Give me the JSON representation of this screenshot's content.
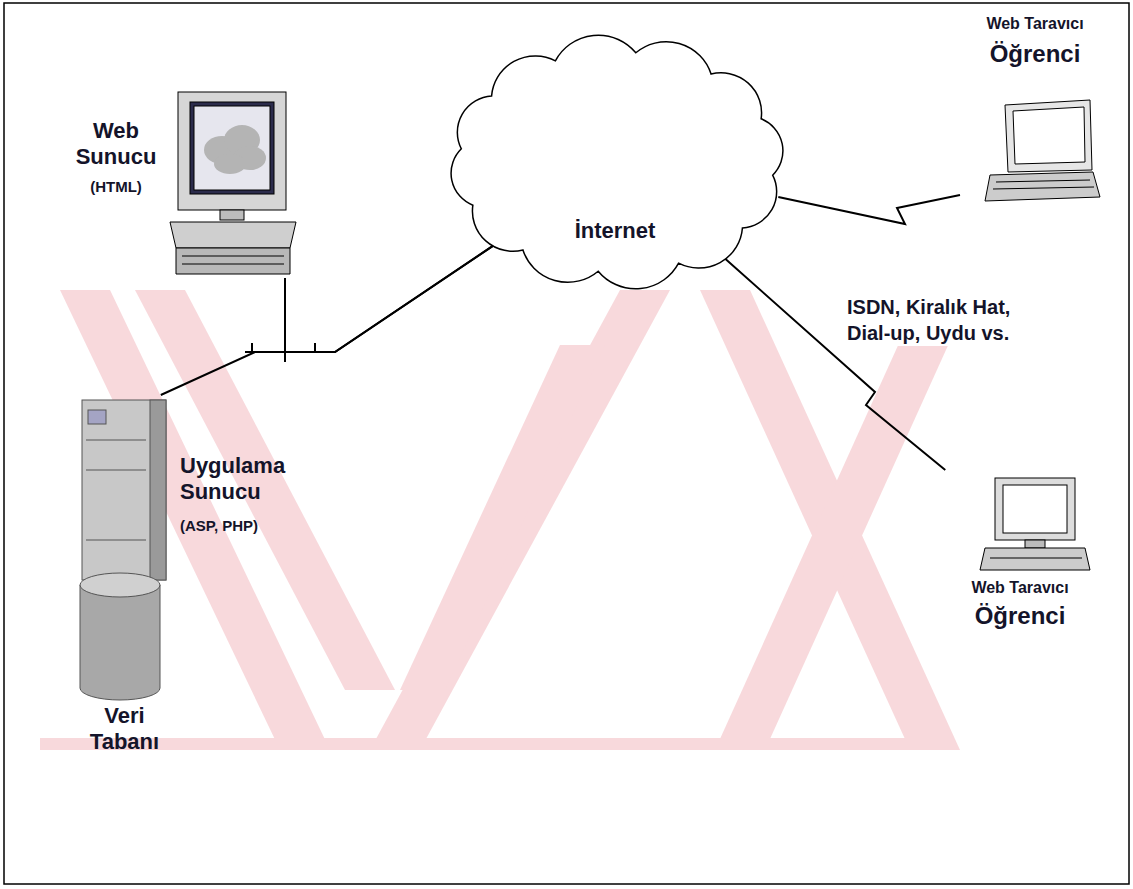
{
  "diagram": {
    "nodes": [
      {
        "text": [
          "Web Sunucu",
          "(HTML)"
        ]
      },
      {
        "text": [
          "İnternet"
        ]
      },
      {
        "text": [
          "Web Taravıcı",
          "Öğrenci"
        ]
      },
      {
        "text": [
          "Uygulama Sunucu",
          "(ASP, PHP)"
        ]
      },
      {
        "text": [
          "Veri Tabanı"
        ]
      },
      {
        "text": [
          "Web Taravıcı",
          "Öğrenci"
        ]
      }
    ],
    "edges": [
      {
        "from": 0,
        "to": 1,
        "arrow": "none"
      },
      {
        "from": 3,
        "to": 1,
        "arrow": "none"
      },
      {
        "from": 1,
        "to": 2,
        "arrow": "none"
      },
      {
        "from": 1,
        "to": 5,
        "arrow": "none"
      }
    ],
    "labels": [
      "ISDN, Kiralık Hat, Dial-up, Uydu vs."
    ]
  }
}
